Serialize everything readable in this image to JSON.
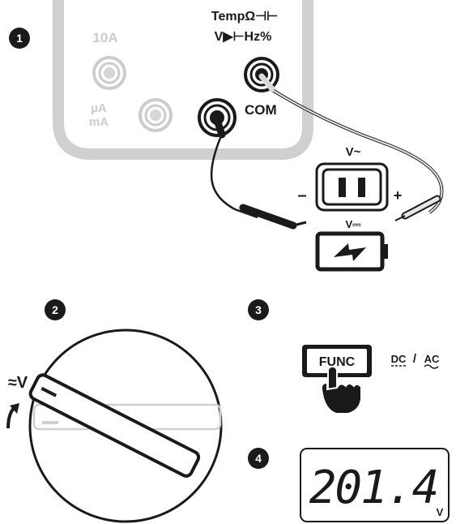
{
  "steps": [
    {
      "number": "1"
    },
    {
      "number": "2"
    },
    {
      "number": "3"
    },
    {
      "number": "4"
    }
  ],
  "meter": {
    "jack_10a": "10A",
    "jack_ua": "µA",
    "jack_ma": "mA",
    "jack_temp": "TempΩ⊣⊢",
    "jack_volt": "V▶⊢Hz%",
    "jack_com": "COM"
  },
  "outlet": {
    "label": "V~",
    "minus": "–",
    "plus": "+"
  },
  "battery": {
    "label": "V⎓"
  },
  "dial": {
    "position_label": "≈V"
  },
  "func": {
    "button_label": "FUNC",
    "dc": "DC",
    "slash": "/",
    "ac": "AC"
  },
  "display": {
    "reading": "201.4",
    "unit": "V"
  },
  "colors": {
    "ink": "#1a1a1a",
    "faded": "#cfcfcf",
    "lead_light": "#d8d8d8"
  }
}
